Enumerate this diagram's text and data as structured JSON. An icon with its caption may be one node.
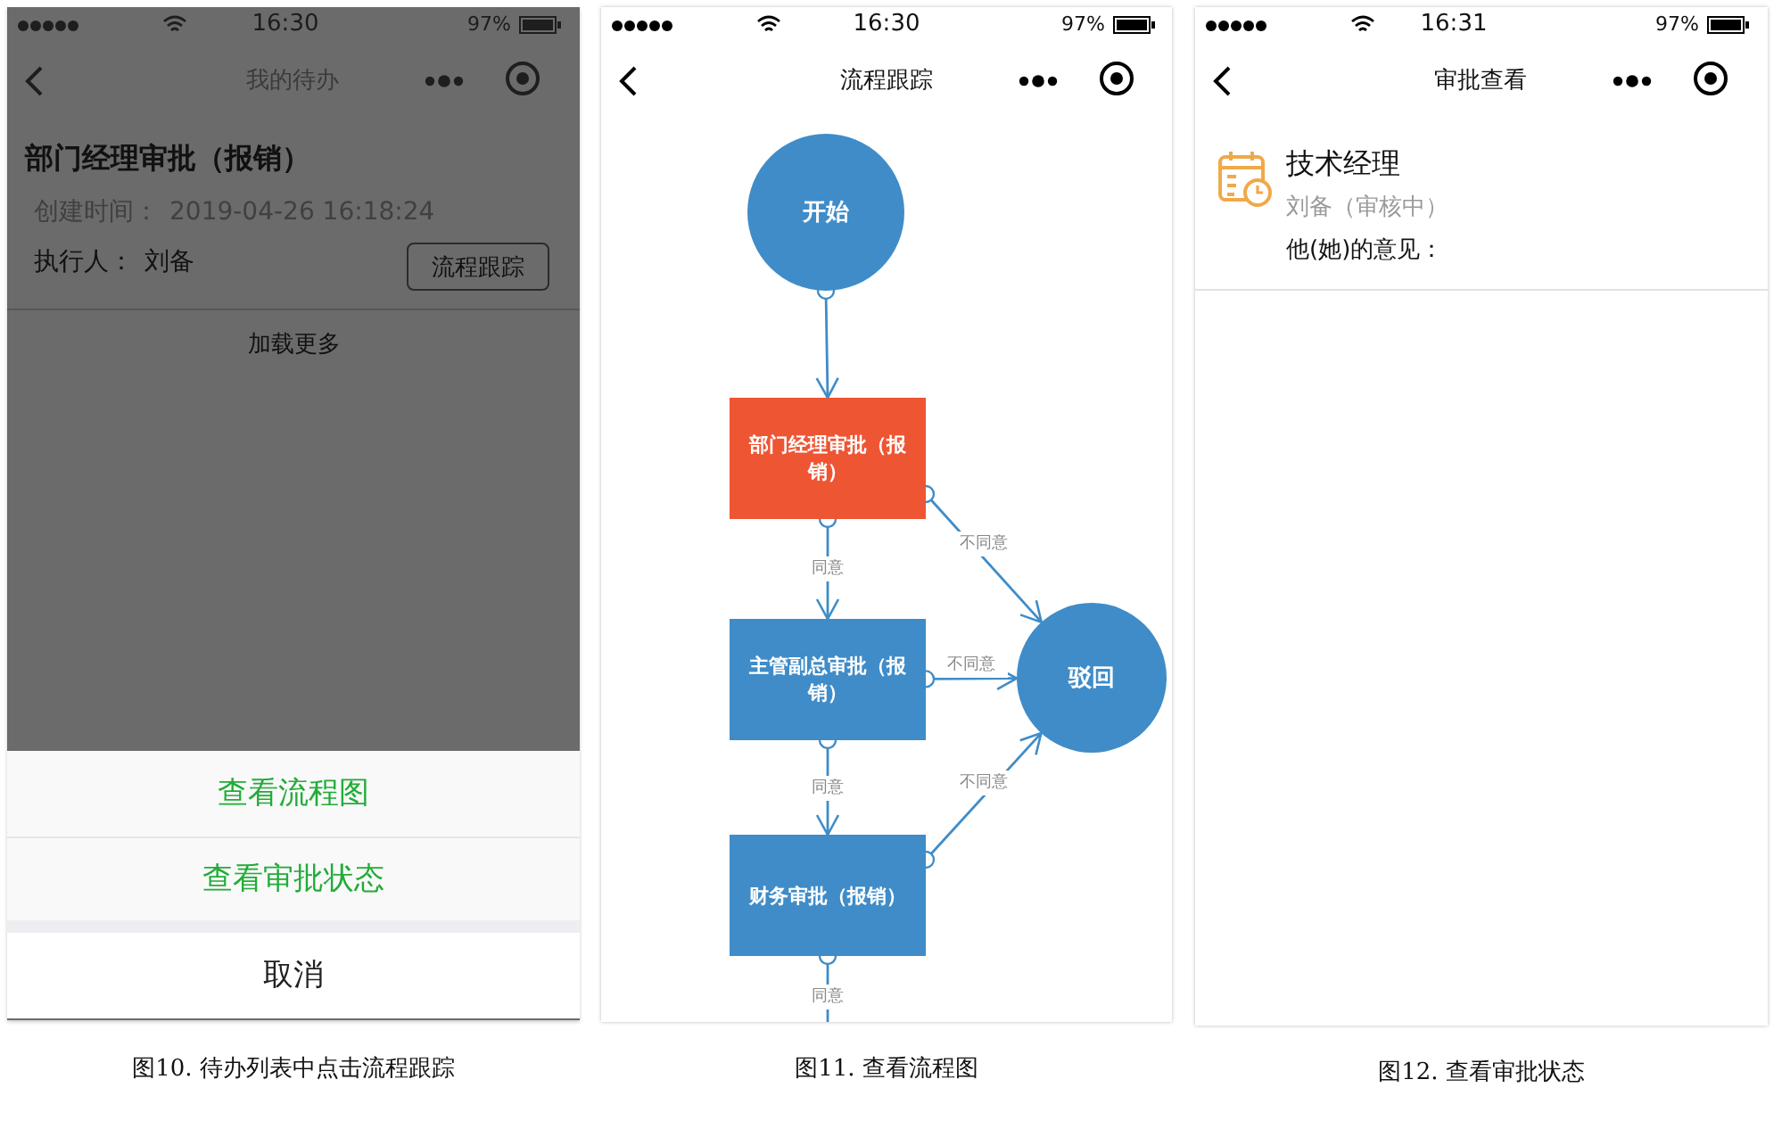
{
  "diagram": {
    "nodes": [
      {
        "text": [
          "开始"
        ]
      },
      {
        "text": [
          "部门经理审批（报销）"
        ]
      },
      {
        "text": [
          "主管副总审批（报销）"
        ]
      },
      {
        "text": [
          "财务审批（报销）"
        ]
      },
      {
        "text": [
          "驳回"
        ]
      }
    ],
    "edges": [
      {
        "from": 0,
        "to": 1,
        "arrow": "to"
      },
      {
        "from": 1,
        "to": 2,
        "arrow": "to",
        "label": "同意"
      },
      {
        "from": 2,
        "to": 3,
        "arrow": "to",
        "label": "同意"
      },
      {
        "from": 3,
        "to": null,
        "arrow": "other",
        "label": "同意"
      },
      {
        "from": 1,
        "to": 4,
        "arrow": "to",
        "label": "不同意"
      },
      {
        "from": 2,
        "to": 4,
        "arrow": "to",
        "label": "不同意"
      },
      {
        "from": 3,
        "to": 4,
        "arrow": "to",
        "label": "不同意"
      }
    ],
    "labels": [
      "16:30",
      "97%",
      "我的待办",
      "部门经理审批（报销）",
      "创建时间：",
      "2019-04-26 16:18:24",
      "执行人：",
      "刘备",
      "流程跟踪",
      "加载更多",
      "查看流程图",
      "查看审批状态",
      "取消",
      "16:30",
      "97%",
      "流程跟踪",
      "16:31",
      "97%",
      "审批查看",
      "技术经理",
      "刘备（审核中）",
      "他(她)的意见：",
      "图10. 待办列表中点击流程跟踪",
      "图11. 查看流程图",
      "图12. 查看审批状态"
    ]
  }
}
